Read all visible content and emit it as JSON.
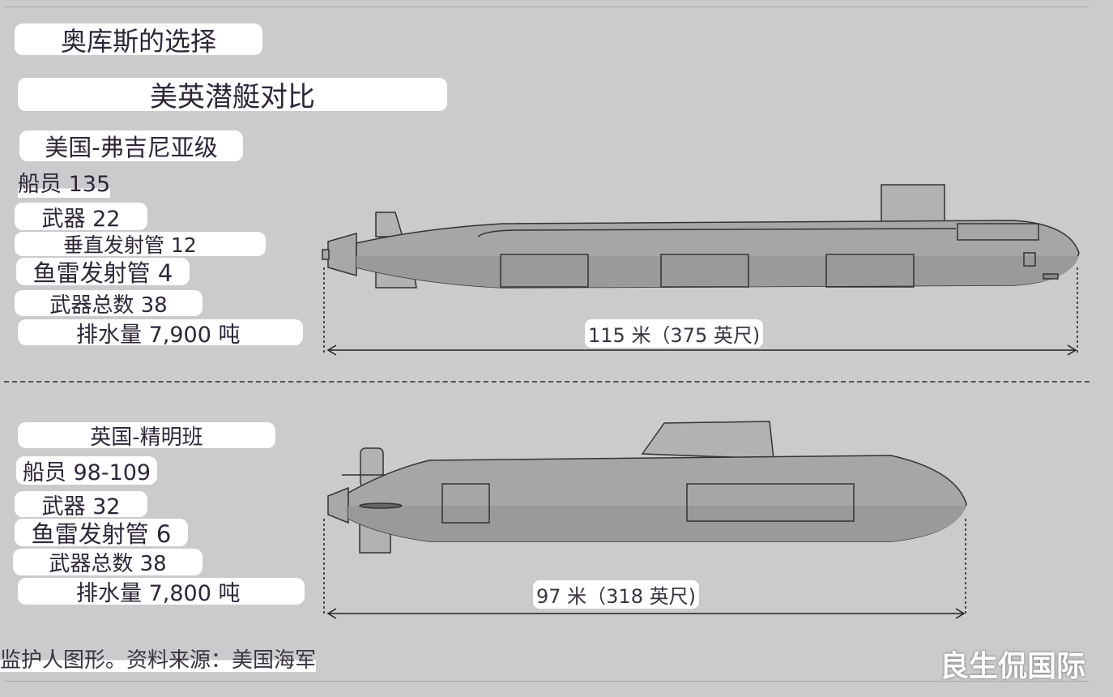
{
  "title": "奥库斯的选择",
  "subtitle": "美英潜艇对比",
  "us": {
    "name": "美国-弗吉尼亚级",
    "crew": "船员 135",
    "weapons": "武器 22",
    "vls": "垂直发射管 12",
    "torpedo_tubes": "鱼雷发射管 4",
    "total_weapons": "武器总数 38",
    "displacement": "排水量 7,900 吨",
    "length": "115 米（375 英尺)"
  },
  "uk": {
    "name": "英国-精明班",
    "crew": "船员 98-109",
    "weapons": "武器 32",
    "torpedo_tubes": "鱼雷发射管 6",
    "total_weapons": "武器总数 38",
    "displacement": "排水量 7,800 吨",
    "length": "97 米（318 英尺)"
  },
  "footer": "监护人图形。资料来源：美国海军",
  "watermark": "良生侃国际"
}
